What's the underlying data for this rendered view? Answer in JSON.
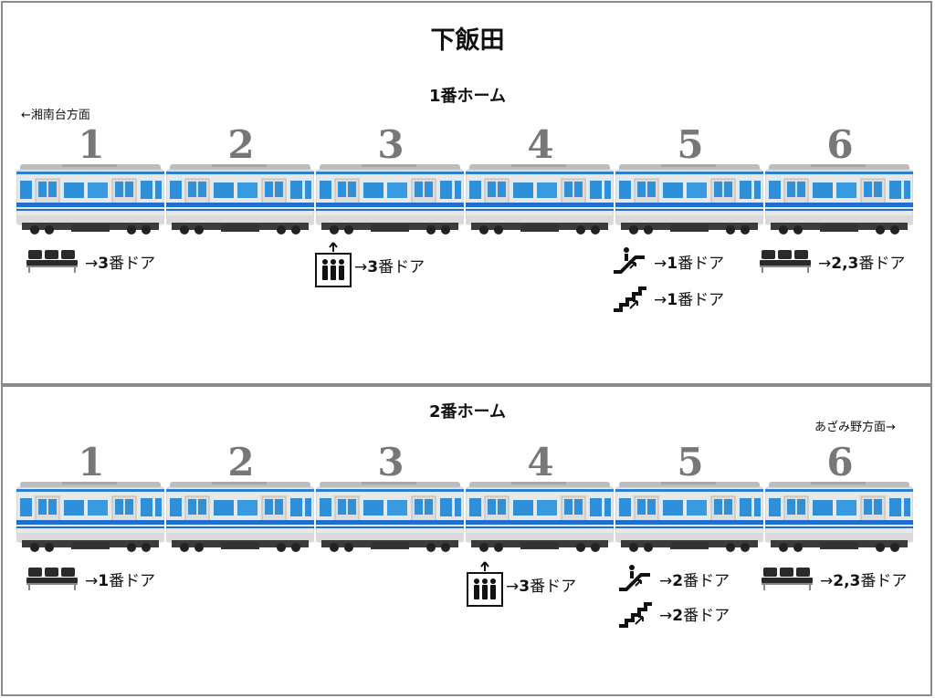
{
  "station_name": "下飯田",
  "colors": {
    "border": "#8a8a8a",
    "car_body": "#e6e6e6",
    "window": "#2f8fd8",
    "stripe": "#1f6fcf",
    "number": "#777777"
  },
  "platform1": {
    "title": "1番ホーム",
    "direction": "←湘南台方面",
    "cars": [
      "1",
      "2",
      "3",
      "4",
      "5",
      "6"
    ],
    "facilities": [
      {
        "icon": "bench-icon",
        "car": 1,
        "arrow": "→",
        "door": "3",
        "suffix": "番ドア"
      },
      {
        "icon": "elevator-icon",
        "car": 3,
        "arrow": "→",
        "door": "3",
        "suffix": "番ドア"
      },
      {
        "icon": "escalator-icon",
        "car": 5,
        "arrow": "→",
        "door": "1",
        "suffix": "番ドア"
      },
      {
        "icon": "stairs-icon",
        "car": 5,
        "arrow": "→",
        "door": "1",
        "suffix": "番ドア"
      },
      {
        "icon": "bench-icon",
        "car": 6,
        "arrow": "→",
        "door": "2,3",
        "suffix": "番ドア"
      }
    ]
  },
  "platform2": {
    "title": "2番ホーム",
    "direction": "あざみ野方面→",
    "cars": [
      "1",
      "2",
      "3",
      "4",
      "5",
      "6"
    ],
    "facilities": [
      {
        "icon": "bench-icon",
        "car": 1,
        "arrow": "→",
        "door": "1",
        "suffix": "番ドア"
      },
      {
        "icon": "elevator-icon",
        "car": 4,
        "arrow": "→",
        "door": "3",
        "suffix": "番ドア"
      },
      {
        "icon": "escalator-icon",
        "car": 5,
        "arrow": "→",
        "door": "2",
        "suffix": "番ドア"
      },
      {
        "icon": "stairs-icon",
        "car": 5,
        "arrow": "→",
        "door": "2",
        "suffix": "番ドア"
      },
      {
        "icon": "bench-icon",
        "car": 6,
        "arrow": "→",
        "door": "2,3",
        "suffix": "番ドア"
      }
    ]
  }
}
